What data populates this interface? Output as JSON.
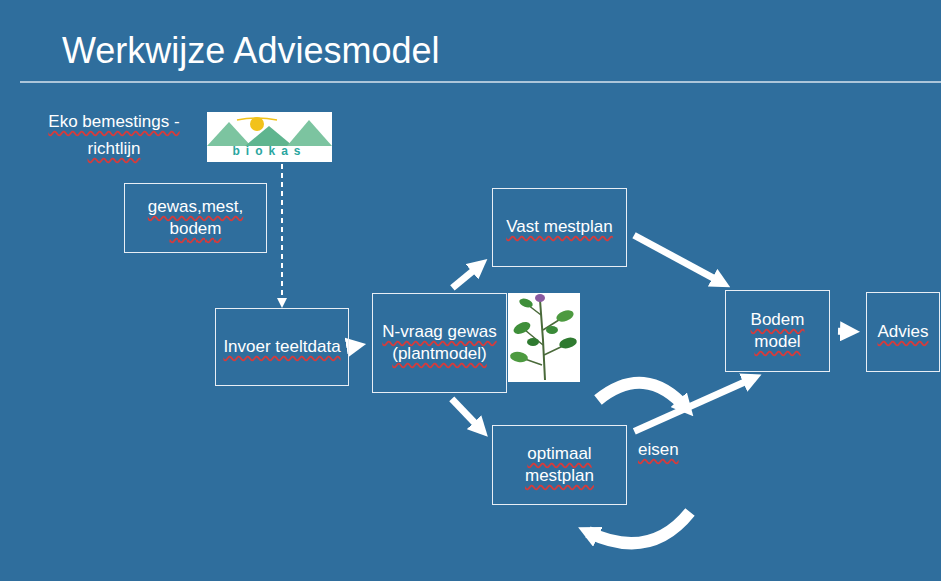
{
  "diagram": {
    "title": "Werkwijze Adviesmodel",
    "nodes": [
      {
        "text": [
          "Eko bemestings -richtlijn",
          "biokas"
        ]
      },
      {
        "text": [
          "gewas,mest, bodem"
        ]
      },
      {
        "text": [
          "Invoer teeltdata"
        ]
      },
      {
        "text": [
          "N-vraag gewas (plantmodel)"
        ]
      },
      {
        "text": [
          "Vast mestplan"
        ]
      },
      {
        "text": [
          "optimaal mestplan"
        ]
      },
      {
        "text": [
          "Bodem model"
        ]
      },
      {
        "text": [
          "Advies"
        ]
      }
    ],
    "edges": [
      {
        "from": 0,
        "to": 2,
        "arrow": "to"
      },
      {
        "from": 2,
        "to": 3,
        "arrow": "to"
      },
      {
        "from": 3,
        "to": 4,
        "arrow": "to"
      },
      {
        "from": 3,
        "to": 5,
        "arrow": "to"
      },
      {
        "from": 4,
        "to": 6,
        "arrow": "to"
      },
      {
        "from": 5,
        "to": 6,
        "arrow": "to"
      },
      {
        "from": 6,
        "to": 7,
        "arrow": "to"
      }
    ],
    "labels": [
      "eisen"
    ]
  }
}
